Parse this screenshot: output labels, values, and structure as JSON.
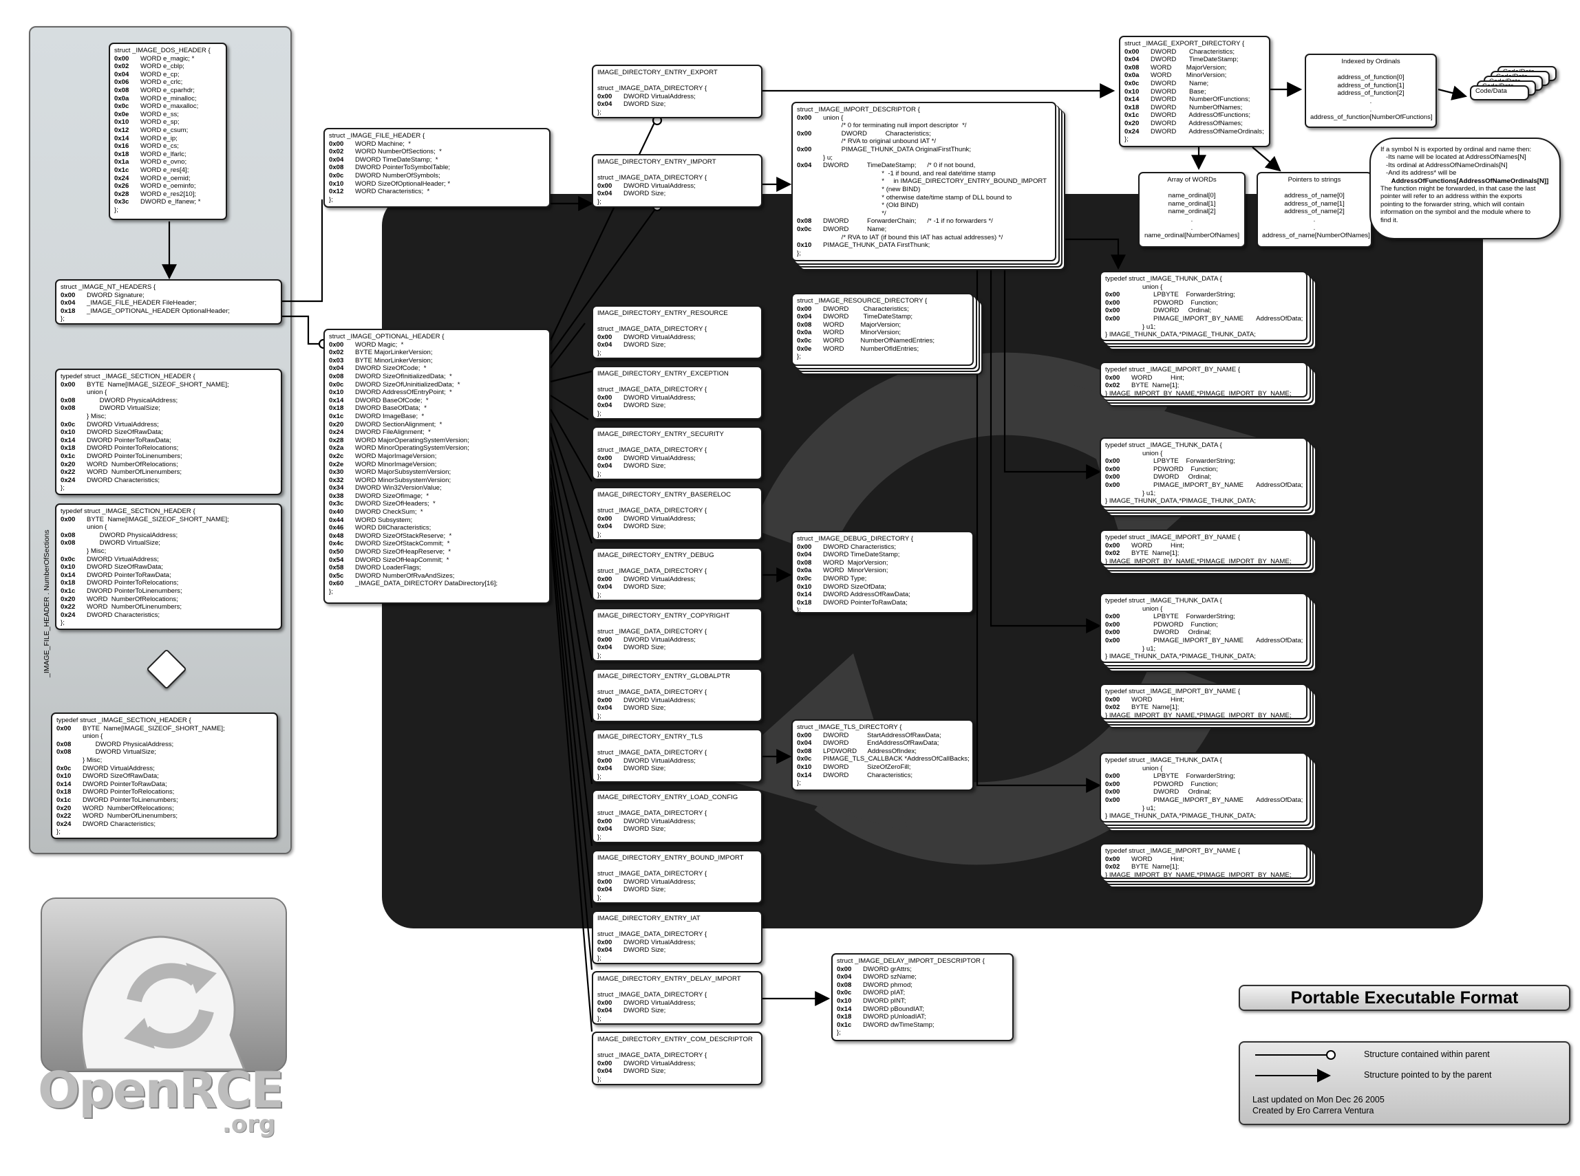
{
  "title": "Portable Executable Format",
  "legend": {
    "contained": "Structure contained within parent",
    "pointed": "Structure pointed to by the parent",
    "updated": "Last updated on Mon Dec 26 2005",
    "author": "Created by Ero Carrera Ventura"
  },
  "logo": {
    "main": "OpenRCE",
    "sub": ".org"
  },
  "side_label": "_IMAGE_FILE_HEADER . NumberOfSections",
  "dos_header": {
    "title": "struct _IMAGE_DOS_HEADER {",
    "rows": [
      [
        "0x00",
        "WORD e_magic; *"
      ],
      [
        "0x02",
        "WORD e_cblp;"
      ],
      [
        "0x04",
        "WORD e_cp;"
      ],
      [
        "0x06",
        "WORD e_crlc;"
      ],
      [
        "0x08",
        "WORD e_cparhdr;"
      ],
      [
        "0x0a",
        "WORD e_minalloc;"
      ],
      [
        "0x0c",
        "WORD e_maxalloc;"
      ],
      [
        "0x0e",
        "WORD e_ss;"
      ],
      [
        "0x10",
        "WORD e_sp;"
      ],
      [
        "0x12",
        "WORD e_csum;"
      ],
      [
        "0x14",
        "WORD e_ip;"
      ],
      [
        "0x16",
        "WORD e_cs;"
      ],
      [
        "0x18",
        "WORD e_lfarlc;"
      ],
      [
        "0x1a",
        "WORD e_ovno;"
      ],
      [
        "0x1c",
        "WORD e_res[4];"
      ],
      [
        "0x24",
        "WORD e_oemid;"
      ],
      [
        "0x26",
        "WORD e_oeminfo;"
      ],
      [
        "0x28",
        "WORD e_res2[10];"
      ],
      [
        "0x3c",
        "DWORD e_lfanew; *"
      ]
    ],
    "end": "};"
  },
  "nt_headers": {
    "title": "struct _IMAGE_NT_HEADERS {",
    "rows": [
      [
        "0x00",
        "DWORD Signature;"
      ],
      [
        "0x04",
        "_IMAGE_FILE_HEADER FileHeader;"
      ],
      [
        "0x18",
        "_IMAGE_OPTIONAL_HEADER OptionalHeader;"
      ]
    ],
    "end": "};"
  },
  "section_headers": [
    {
      "title": "typedef struct _IMAGE_SECTION_HEADER {",
      "rows": [
        [
          "0x00",
          "BYTE  Name[IMAGE_SIZEOF_SHORT_NAME];"
        ],
        [
          "",
          "union {"
        ],
        [
          "0x08",
          "       DWORD PhysicalAddress;"
        ],
        [
          "0x08",
          "       DWORD VirtualSize;"
        ],
        [
          "",
          "} Misc;"
        ],
        [
          "0x0c",
          "DWORD VirtualAddress;"
        ],
        [
          "0x10",
          "DWORD SizeOfRawData;"
        ],
        [
          "0x14",
          "DWORD PointerToRawData;"
        ],
        [
          "0x18",
          "DWORD PointerToRelocations;"
        ],
        [
          "0x1c",
          "DWORD PointerToLinenumbers;"
        ],
        [
          "0x20",
          "WORD  NumberOfRelocations;"
        ],
        [
          "0x22",
          "WORD  NumberOfLinenumbers;"
        ],
        [
          "0x24",
          "DWORD Characteristics;"
        ]
      ],
      "end": "};"
    },
    {
      "title": "typedef struct _IMAGE_SECTION_HEADER {",
      "rows": [
        [
          "0x00",
          "BYTE  Name[IMAGE_SIZEOF_SHORT_NAME];"
        ],
        [
          "",
          "union {"
        ],
        [
          "0x08",
          "       DWORD PhysicalAddress;"
        ],
        [
          "0x08",
          "       DWORD VirtualSize;"
        ],
        [
          "",
          "} Misc;"
        ],
        [
          "0x0c",
          "DWORD VirtualAddress;"
        ],
        [
          "0x10",
          "DWORD SizeOfRawData;"
        ],
        [
          "0x14",
          "DWORD PointerToRawData;"
        ],
        [
          "0x18",
          "DWORD PointerToRelocations;"
        ],
        [
          "0x1c",
          "DWORD PointerToLinenumbers;"
        ],
        [
          "0x20",
          "WORD  NumberOfRelocations;"
        ],
        [
          "0x22",
          "WORD  NumberOfLinenumbers;"
        ],
        [
          "0x24",
          "DWORD Characteristics;"
        ]
      ],
      "end": "};"
    },
    {
      "title": "typedef struct _IMAGE_SECTION_HEADER {",
      "rows": [
        [
          "0x00",
          "BYTE  Name[IMAGE_SIZEOF_SHORT_NAME];"
        ],
        [
          "",
          "union {"
        ],
        [
          "0x08",
          "       DWORD PhysicalAddress;"
        ],
        [
          "0x08",
          "       DWORD VirtualSize;"
        ],
        [
          "",
          "} Misc;"
        ],
        [
          "0x0c",
          "DWORD VirtualAddress;"
        ],
        [
          "0x10",
          "DWORD SizeOfRawData;"
        ],
        [
          "0x14",
          "DWORD PointerToRawData;"
        ],
        [
          "0x18",
          "DWORD PointerToRelocations;"
        ],
        [
          "0x1c",
          "DWORD PointerToLinenumbers;"
        ],
        [
          "0x20",
          "WORD  NumberOfRelocations;"
        ],
        [
          "0x22",
          "WORD  NumberOfLinenumbers;"
        ],
        [
          "0x24",
          "DWORD Characteristics;"
        ]
      ],
      "end": "};"
    }
  ],
  "file_header": {
    "title": "struct _IMAGE_FILE_HEADER {",
    "rows": [
      [
        "0x00",
        "WORD Machine;  *"
      ],
      [
        "0x02",
        "WORD NumberOfSections;  *"
      ],
      [
        "0x04",
        "DWORD TimeDateStamp;  *"
      ],
      [
        "0x08",
        "DWORD PointerToSymbolTable;"
      ],
      [
        "0x0c",
        "DWORD NumberOfSymbols;"
      ],
      [
        "0x10",
        "WORD SizeOfOptionalHeader; *"
      ],
      [
        "0x12",
        "WORD Characteristics;  *"
      ]
    ],
    "end": "};"
  },
  "optional_header": {
    "title": "struct _IMAGE_OPTIONAL_HEADER {",
    "rows": [
      [
        "0x00",
        "WORD Magic;  *"
      ],
      [
        "0x02",
        "BYTE MajorLinkerVersion;"
      ],
      [
        "0x03",
        "BYTE MinorLinkerVersion;"
      ],
      [
        "0x04",
        "DWORD SizeOfCode;  *"
      ],
      [
        "0x08",
        "DWORD SizeOfInitializedData;  *"
      ],
      [
        "0x0c",
        "DWORD SizeOfUninitializedData;  *"
      ],
      [
        "0x10",
        "DWORD AddressOfEntryPoint;  *"
      ],
      [
        "0x14",
        "DWORD BaseOfCode;  *"
      ],
      [
        "0x18",
        "DWORD BaseOfData;  *"
      ],
      [
        "0x1c",
        "DWORD ImageBase;  *"
      ],
      [
        "0x20",
        "DWORD SectionAlignment;  *"
      ],
      [
        "0x24",
        "DWORD FileAlignment;  *"
      ],
      [
        "0x28",
        "WORD MajorOperatingSystemVersion;"
      ],
      [
        "0x2a",
        "WORD MinorOperatingSystemVersion;"
      ],
      [
        "0x2c",
        "WORD MajorImageVersion;"
      ],
      [
        "0x2e",
        "WORD MinorImageVersion;"
      ],
      [
        "0x30",
        "WORD MajorSubsystemVersion;"
      ],
      [
        "0x32",
        "WORD MinorSubsystemVersion;"
      ],
      [
        "0x34",
        "DWORD Win32VersionValue;"
      ],
      [
        "0x38",
        "DWORD SizeOfImage;  *"
      ],
      [
        "0x3c",
        "DWORD SizeOfHeaders;  *"
      ],
      [
        "0x40",
        "DWORD CheckSum;  *"
      ],
      [
        "0x44",
        "WORD Subsystem;"
      ],
      [
        "0x46",
        "WORD DllCharacteristics;"
      ],
      [
        "0x48",
        "DWORD SizeOfStackReserve;  *"
      ],
      [
        "0x4c",
        "DWORD SizeOfStackCommit;  *"
      ],
      [
        "0x50",
        "DWORD SizeOfHeapReserve;  *"
      ],
      [
        "0x54",
        "DWORD SizeOfHeapCommit;  *"
      ],
      [
        "0x58",
        "DWORD LoaderFlags;"
      ],
      [
        "0x5c",
        "DWORD NumberOfRvaAndSizes;"
      ],
      [
        "0x60",
        "_IMAGE_DATA_DIRECTORY DataDirectory[16];"
      ]
    ],
    "end": "};"
  },
  "directory_entries": [
    "IMAGE_DIRECTORY_ENTRY_EXPORT",
    "IMAGE_DIRECTORY_ENTRY_IMPORT",
    "IMAGE_DIRECTORY_ENTRY_RESOURCE",
    "IMAGE_DIRECTORY_ENTRY_EXCEPTION",
    "IMAGE_DIRECTORY_ENTRY_SECURITY",
    "IMAGE_DIRECTORY_ENTRY_BASERELOC",
    "IMAGE_DIRECTORY_ENTRY_DEBUG",
    "IMAGE_DIRECTORY_ENTRY_COPYRIGHT",
    "IMAGE_DIRECTORY_ENTRY_GLOBALPTR",
    "IMAGE_DIRECTORY_ENTRY_TLS",
    "IMAGE_DIRECTORY_ENTRY_LOAD_CONFIG",
    "IMAGE_DIRECTORY_ENTRY_BOUND_IMPORT",
    "IMAGE_DIRECTORY_ENTRY_IAT",
    "IMAGE_DIRECTORY_ENTRY_DELAY_IMPORT",
    "IMAGE_DIRECTORY_ENTRY_COM_DESCRIPTOR"
  ],
  "data_directory": {
    "title": "struct _IMAGE_DATA_DIRECTORY {",
    "rows": [
      [
        "0x00",
        "DWORD VirtualAddress;"
      ],
      [
        "0x04",
        "DWORD Size;"
      ]
    ],
    "end": "};"
  },
  "import_descriptor": {
    "title": "struct _IMAGE_IMPORT_DESCRIPTOR {",
    "rows": [
      [
        "0x00",
        "union {"
      ],
      [
        "",
        "          /* 0 for terminating null import descriptor  */"
      ],
      [
        "0x00",
        "          DWORD          Characteristics;"
      ],
      [
        "",
        "          /* RVA to original unbound IAT */"
      ],
      [
        "0x00",
        "          PIMAGE_THUNK_DATA OriginalFirstThunk;"
      ],
      [
        "",
        "} u;"
      ],
      [
        "0x04",
        "DWORD          TimeDateStamp;      /* 0 if not bound,"
      ],
      [
        "",
        "                                *  -1 if bound, and real date\\time stamp"
      ],
      [
        "",
        "                                *     in IMAGE_DIRECTORY_ENTRY_BOUND_IMPORT"
      ],
      [
        "",
        "                                * (new BIND)"
      ],
      [
        "",
        "                                * otherwise date/time stamp of DLL bound to"
      ],
      [
        "",
        "                                * (Old BIND)"
      ],
      [
        "",
        "                                */"
      ],
      [
        "0x08",
        "DWORD          ForwarderChain;      /* -1 if no forwarders */"
      ],
      [
        "0x0c",
        "DWORD          Name;"
      ],
      [
        "",
        "          /* RVA to IAT (if bound this IAT has actual addresses) */"
      ],
      [
        "0x10",
        "PIMAGE_THUNK_DATA FirstThunk;"
      ]
    ],
    "end": "};"
  },
  "resource_directory": {
    "title": "struct _IMAGE_RESOURCE_DIRECTORY {",
    "rows": [
      [
        "0x00",
        "DWORD        Characteristics;"
      ],
      [
        "0x04",
        "DWORD        TimeDateStamp;"
      ],
      [
        "0x08",
        "WORD         MajorVersion;"
      ],
      [
        "0x0a",
        "WORD         MinorVersion;"
      ],
      [
        "0x0c",
        "WORD         NumberOfNamedEntries;"
      ],
      [
        "0x0e",
        "WORD         NumberOfIdEntries;"
      ]
    ],
    "end": "};"
  },
  "debug_directory": {
    "title": "struct _IMAGE_DEBUG_DIRECTORY {",
    "rows": [
      [
        "0x00",
        "DWORD Characteristics;"
      ],
      [
        "0x04",
        "DWORD TimeDateStamp;"
      ],
      [
        "0x08",
        "WORD  MajorVersion;"
      ],
      [
        "0x0a",
        "WORD  MinorVersion;"
      ],
      [
        "0x0c",
        "DWORD Type;"
      ],
      [
        "0x10",
        "DWORD SizeOfData;"
      ],
      [
        "0x14",
        "DWORD AddressOfRawData;"
      ],
      [
        "0x18",
        "DWORD PointerToRawData;"
      ]
    ],
    "end": "};"
  },
  "tls_directory": {
    "title": "struct _IMAGE_TLS_DIRECTORY {",
    "rows": [
      [
        "0x00",
        "DWORD          StartAddressOfRawData;"
      ],
      [
        "0x04",
        "DWORD          EndAddressOfRawData;"
      ],
      [
        "0x08",
        "LPDWORD      AddressOfIndex;"
      ],
      [
        "0x0c",
        "PIMAGE_TLS_CALLBACK *AddressOfCallBacks;"
      ],
      [
        "0x10",
        "DWORD          SizeOfZeroFill;"
      ],
      [
        "0x14",
        "DWORD          Characteristics;"
      ]
    ],
    "end": "};"
  },
  "delay_import": {
    "title": "struct _IMAGE_DELAY_IMPORT_DESCRIPTOR {",
    "rows": [
      [
        "0x00",
        "DWORD grAttrs;"
      ],
      [
        "0x04",
        "DWORD szName;"
      ],
      [
        "0x08",
        "DWORD phmod;"
      ],
      [
        "0x0c",
        "DWORD pIAT;"
      ],
      [
        "0x10",
        "DWORD pINT;"
      ],
      [
        "0x14",
        "DWORD pBoundIAT;"
      ],
      [
        "0x18",
        "DWORD pUnloadIAT;"
      ],
      [
        "0x1c",
        "DWORD dwTimeStamp;"
      ]
    ],
    "end": "};"
  },
  "export_directory": {
    "title": "struct _IMAGE_EXPORT_DIRECTORY {",
    "rows": [
      [
        "0x00",
        "DWORD       Characteristics;"
      ],
      [
        "0x04",
        "DWORD       TimeDateStamp;"
      ],
      [
        "0x08",
        "WORD        MajorVersion;"
      ],
      [
        "0x0a",
        "WORD        MinorVersion;"
      ],
      [
        "0x0c",
        "DWORD       Name;"
      ],
      [
        "0x10",
        "DWORD       Base;"
      ],
      [
        "0x14",
        "DWORD       NumberOfFunctions;"
      ],
      [
        "0x18",
        "DWORD       NumberOfNames;"
      ],
      [
        "0x1c",
        "DWORD       AddressOfFunctions;"
      ],
      [
        "0x20",
        "DWORD       AddressOfNames;"
      ],
      [
        "0x24",
        "DWORD       AddressOfNameOrdinals;"
      ]
    ],
    "end": "};"
  },
  "ordinals_box": {
    "title": "Indexed by Ordinals",
    "lines": [
      "address_of_function[0]",
      "address_of_function[1]",
      "address_of_function[2]",
      ".",
      ".",
      "address_of_function[NumberOfFunctions]"
    ]
  },
  "words_box": {
    "title": "Array of WORDs",
    "lines": [
      "name_ordinal[0]",
      "name_ordinal[1]",
      "name_ordinal[2]",
      ".",
      ".",
      "name_ordinal[NumberOfNames]"
    ]
  },
  "strings_box": {
    "title": "Pointers to strings",
    "lines": [
      "address_of_name[0]",
      "address_of_name[1]",
      "address_of_name[2]",
      ".",
      ".",
      "address_of_name[NumberOfNames]"
    ]
  },
  "code_data_label": "Code/Data",
  "note": {
    "lines": [
      "If a symbol N is exported by ordinal and name then:",
      "   -Its name will be located at AddressOfNames[N]",
      "   -Its ordinal at AddressOfNameOrdinals[N]",
      "   -And its address* will be",
      "      AddressOfFunctions[AddressOfNameOrdinals[N]]",
      "",
      "The function might be forwarded, in that case the last",
      "pointer will refer to an address within the exports",
      "pointing to the forwarder string, which will contain",
      "information on the symbol and the module where to",
      "find it."
    ]
  },
  "thunk_data": {
    "title": "typedef struct _IMAGE_THUNK_DATA {",
    "rows": [
      [
        "",
        "      union {"
      ],
      [
        "0x00",
        "            LPBYTE    ForwarderString;"
      ],
      [
        "0x00",
        "            PDWORD    Function;"
      ],
      [
        "0x00",
        "            DWORD     Ordinal;"
      ],
      [
        "0x00",
        "            PIMAGE_IMPORT_BY_NAME       AddressOfData;"
      ],
      [
        "",
        "      } u1;"
      ]
    ],
    "end": "} IMAGE_THUNK_DATA,*PIMAGE_THUNK_DATA;"
  },
  "import_by_name": {
    "title": "typedef struct _IMAGE_IMPORT_BY_NAME {",
    "rows": [
      [
        "0x00",
        "WORD          Hint;"
      ],
      [
        "0x02",
        "BYTE  Name[1];"
      ]
    ],
    "end": "} IMAGE_IMPORT_BY_NAME,*PIMAGE_IMPORT_BY_NAME;"
  }
}
